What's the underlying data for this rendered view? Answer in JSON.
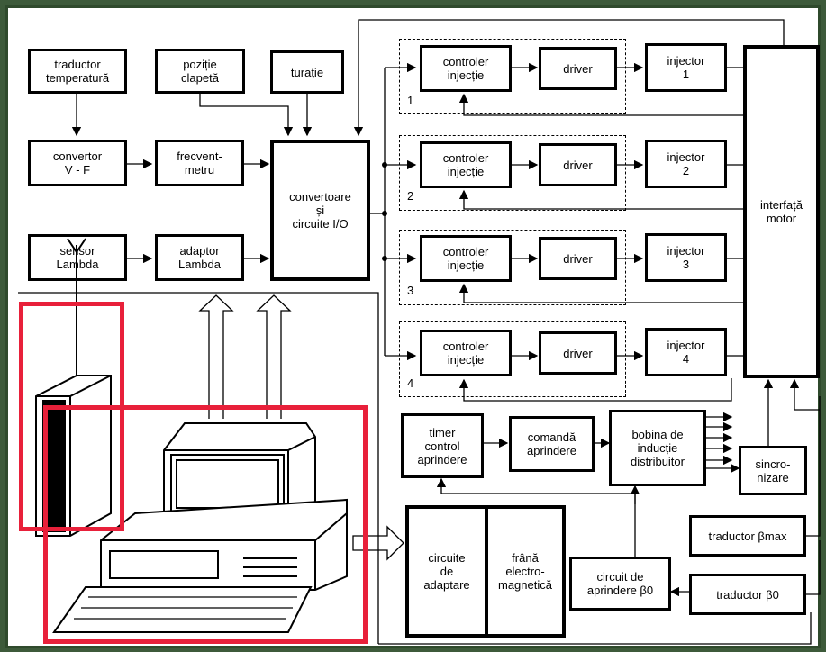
{
  "blocks": {
    "traductor_temp": "traductor\ntemperatură",
    "pozitie": "poziție\nclapetă",
    "turatie": "turație",
    "convertor": "convertor\nV - F",
    "frecventmetru": "frecvent-\nmetru",
    "convertoare": "convertoare\nși\ncircuite I/O",
    "sensor": "sensor\nLambda",
    "adaptor": "adaptor\nLambda",
    "controler": "controler\ninjecție",
    "driver": "driver",
    "injector1": "injector\n1",
    "injector2": "injector\n2",
    "injector3": "injector\n3",
    "injector4": "injector\n4",
    "interfata": "interfață\nmotor",
    "timer": "timer\ncontrol\naprindere",
    "comanda": "comandă\naprindere",
    "bobina": "bobina de\ninducție\ndistribuitor",
    "sincro": "sincro-\nnizare",
    "circuite_adaptare": "circuite\nde\nadaptare",
    "frana": "frână\nelectro-\nmagnetică",
    "traductor_bmax": "traductor βmax",
    "circuit_aprindere": "circuit de\naprindere β0",
    "traductor_b0": "traductor β0"
  },
  "channel_numbers": [
    "1",
    "2",
    "3",
    "4"
  ],
  "highlight_color": "#e8203a"
}
